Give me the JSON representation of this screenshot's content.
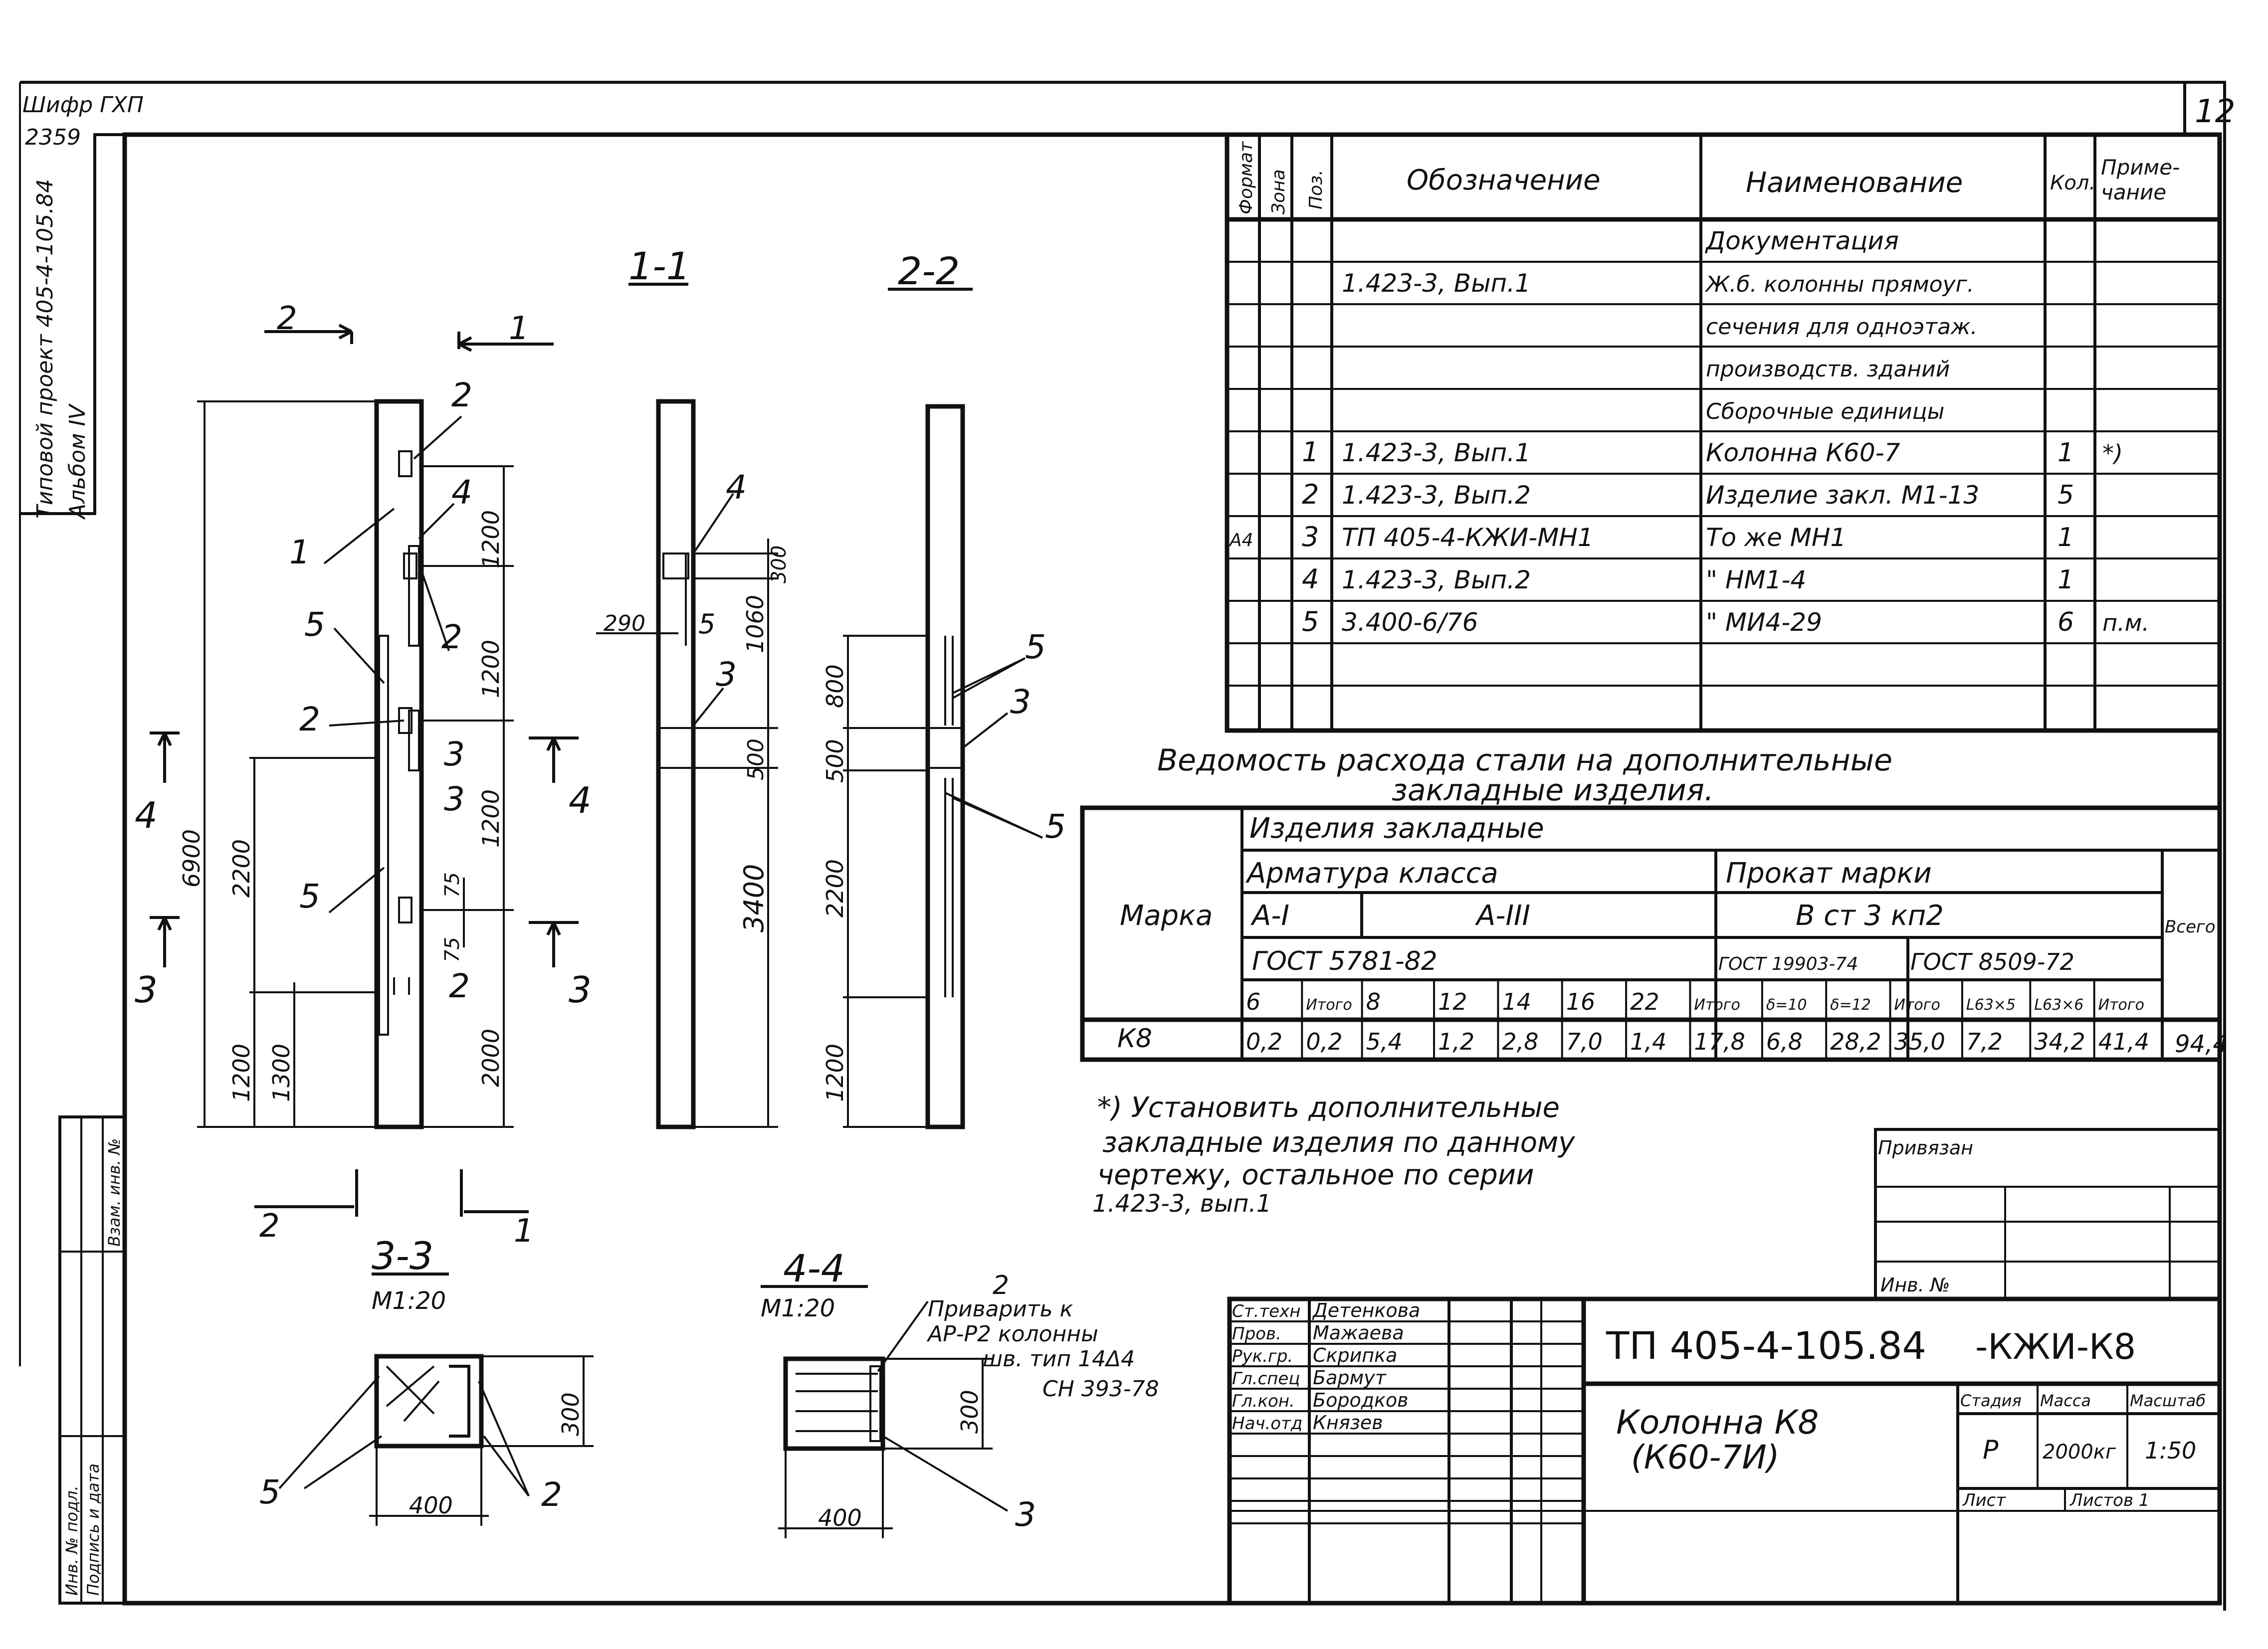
{
  "corner": {
    "code_line1": "Шифр ГХП",
    "code_line2": "2359",
    "album_line1": "Типовой проект 405-4-105.84",
    "album_line2": "Альбом IV",
    "sheet_number": "12"
  },
  "margin_stamp": {
    "col1": "Инв. № подл.",
    "col2": "Подпись и дата",
    "col3": "Взам. инв. №"
  },
  "spec_table": {
    "headers": [
      "Формат",
      "Зона",
      "Поз.",
      "Обозначение",
      "Наименование",
      "Кол.",
      "Приме-чание"
    ],
    "rows": [
      {
        "fmt": "",
        "zone": "",
        "pos": "",
        "code": "",
        "name": "Документация",
        "qty": "",
        "note": ""
      },
      {
        "fmt": "",
        "zone": "",
        "pos": "",
        "code": "1.423-3, Вып.1",
        "name": "Ж.б. колонны прямоуг.",
        "qty": "",
        "note": ""
      },
      {
        "fmt": "",
        "zone": "",
        "pos": "",
        "code": "",
        "name": "сечения для одноэтаж.",
        "qty": "",
        "note": ""
      },
      {
        "fmt": "",
        "zone": "",
        "pos": "",
        "code": "",
        "name": "производств. зданий",
        "qty": "",
        "note": ""
      },
      {
        "fmt": "",
        "zone": "",
        "pos": "",
        "code": "",
        "name": "Сборочные единицы",
        "qty": "",
        "note": ""
      },
      {
        "fmt": "",
        "zone": "",
        "pos": "1",
        "code": "1.423-3, Вып.1",
        "name": "Колонна К60-7",
        "qty": "1",
        "note": "*)"
      },
      {
        "fmt": "",
        "zone": "",
        "pos": "2",
        "code": "1.423-3, Вып.2",
        "name": "Изделие закл. М1-13",
        "qty": "5",
        "note": ""
      },
      {
        "fmt": "А4",
        "zone": "",
        "pos": "3",
        "code": "ТП 405-4-КЖИ-МН1",
        "name": "То же       МН1",
        "qty": "1",
        "note": ""
      },
      {
        "fmt": "",
        "zone": "",
        "pos": "4",
        "code": "1.423-3, Вып.2",
        "name": "\"          НМ1-4",
        "qty": "1",
        "note": ""
      },
      {
        "fmt": "",
        "zone": "",
        "pos": "5",
        "code": "3.400-6/76",
        "name": "\"         МИ4-29",
        "qty": "6",
        "note": "п.м."
      },
      {
        "fmt": "",
        "zone": "",
        "pos": "",
        "code": "",
        "name": "",
        "qty": "",
        "note": ""
      },
      {
        "fmt": "",
        "zone": "",
        "pos": "",
        "code": "",
        "name": "",
        "qty": "",
        "note": ""
      }
    ]
  },
  "steel": {
    "title_line1": "Ведомость расхода стали на дополнительные",
    "title_line2": "закладные изделия.",
    "h_items": "Изделия закладные",
    "h_marka": "Марка",
    "h_armatura": "Арматура класса",
    "h_prokat": "Прокат марки",
    "h_vsego": "Всего",
    "h_a1": "А-I",
    "h_a3": "А-III",
    "h_vst": "В ст 3 кп2",
    "h_gost1": "ГОСТ 5781-82",
    "h_gost2": "ГОСТ 19903-74",
    "h_gost3": "ГОСТ 8509-72",
    "sub": [
      "6",
      "Итого",
      "8",
      "12",
      "14",
      "16",
      "22",
      "Итого",
      "δ=10",
      "δ=12",
      "Итого",
      "L63×5",
      "L63×6",
      "Итого"
    ],
    "row_mark": "К8",
    "row": [
      "0,2",
      "0,2",
      "5,4",
      "1,2",
      "2,8",
      "7,0",
      "1,4",
      "17,8",
      "6,8",
      "28,2",
      "35,0",
      "7,2",
      "34,2",
      "41,4"
    ],
    "row_total": "94,4"
  },
  "note": {
    "line1": "*) Установить дополнительные",
    "line2": "закладные изделия по данному",
    "line3": "чертежу, остальное по серии",
    "line4": "1.423-3, вып.1"
  },
  "binding": {
    "privyazan": "Привязан",
    "inv": "Инв. №"
  },
  "title_block": {
    "code": "ТП 405-4-105.84",
    "suffix": "-КЖИ-К8",
    "name_line1": "Колонна К8",
    "name_line2": "(К60-7И)",
    "stage_h": "Стадия",
    "mass_h": "Масса",
    "scale_h": "Масштаб",
    "stage": "Р",
    "mass": "2000кг",
    "scale": "1:50",
    "sheet_h": "Лист",
    "sheets_h": "Листов 1",
    "people": [
      {
        "role": "Ст.техн",
        "name": "Детенкова"
      },
      {
        "role": "Пров.",
        "name": "Мажаева"
      },
      {
        "role": "Рук.гр.",
        "name": "Скрипка"
      },
      {
        "role": "Гл.спец",
        "name": "Бармут"
      },
      {
        "role": "Гл.кон.",
        "name": "Бородков"
      },
      {
        "role": "Нач.отд",
        "name": "Князев"
      }
    ]
  },
  "drawing": {
    "sec11": "1-1",
    "sec22": "2-2",
    "sec33": "3-3",
    "sec44": "4-4",
    "scale20": "М1:20",
    "cut2": "2",
    "cut1": "1",
    "cut4": "4",
    "cut3": "3",
    "l1": "1",
    "l2": "2",
    "l3": "3",
    "l4": "4",
    "l5": "5",
    "d6900": "6900",
    "d2200": "2200",
    "d1200": "1200",
    "d1300": "1300",
    "d75": "75",
    "d2000": "2000",
    "d1060": "1060",
    "d290": "290",
    "d3400": "3400",
    "d500": "500",
    "d800": "800",
    "d300": "300",
    "d400": "400",
    "weld_line1": "Приварить к",
    "weld_line2": "АР-Р2 колонны",
    "weld_line3": "шв. тип 14Δ4",
    "weld_line4": "СН 393-78"
  }
}
